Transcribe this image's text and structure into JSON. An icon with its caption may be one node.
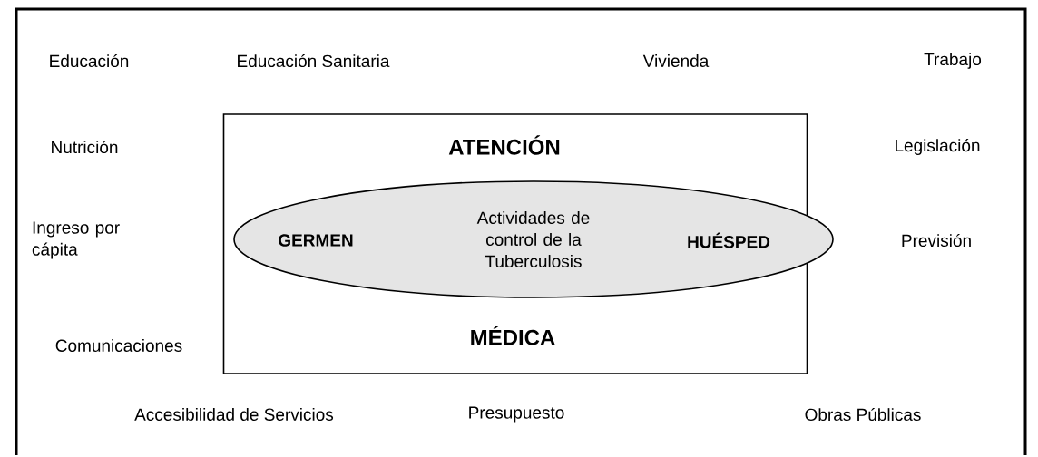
{
  "diagram": {
    "nodes": [
      {
        "text": [
          "ATENCIÓN",
          "MÉDICA"
        ]
      },
      {
        "text": [
          "GERMEN",
          "Actividades de control de la Tuberculosis",
          "HUÉSPED"
        ],
        "in": 0
      }
    ],
    "labels": [
      "Educación",
      "Educación Sanitaria",
      "Vivienda",
      "Trabajo",
      "Nutrición",
      "Legislación",
      "Ingreso por cápita",
      "Previsión",
      "Comunicaciones",
      "Accesibilidad de Servicios",
      "Presupuesto",
      "Obras Públicas"
    ]
  }
}
